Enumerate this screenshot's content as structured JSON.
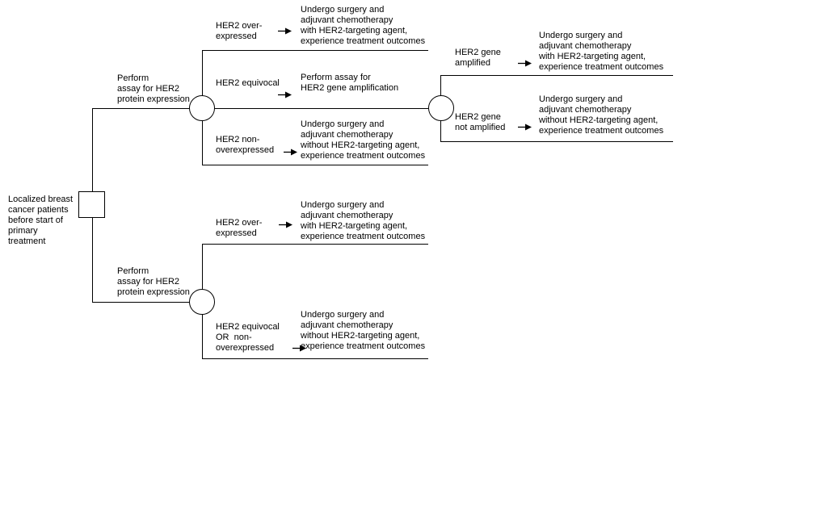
{
  "colors": {
    "background": "#ffffff",
    "line": "#000000",
    "text": "#000000"
  },
  "tree": {
    "root_label": "Localized breast\ncancer patients\nbefore start of\nprimary\ntreatment",
    "subtrees": [
      {
        "branch_label": "Perform\nassay for HER2\nprotein expression",
        "branches": [
          {
            "label": "HER2 over-\nexpressed",
            "outcome": "Undergo surgery and\nadjuvant chemotherapy\nwith HER2-targeting agent,\nexperience treatment outcomes"
          },
          {
            "label": "HER2 equivocal",
            "outcome": "Perform assay for\nHER2 gene amplification"
          },
          {
            "label": "HER2 non-\noverexpressed",
            "outcome": "Undergo surgery and\nadjuvant chemotherapy\nwithout HER2-targeting agent,\nexperience treatment outcomes"
          }
        ]
      },
      {
        "branches": [
          {
            "label": "HER2 gene\namplified",
            "outcome": "Undergo surgery and\nadjuvant chemotherapy\nwith HER2-targeting agent,\nexperience treatment outcomes"
          },
          {
            "label": "HER2 gene\nnot amplified",
            "outcome": "Undergo surgery and\nadjuvant chemotherapy\nwithout HER2-targeting agent,\nexperience treatment outcomes"
          }
        ]
      },
      {
        "branch_label": "Perform\nassay for HER2\nprotein expression",
        "branches": [
          {
            "label": "HER2 over-\nexpressed",
            "outcome": "Undergo surgery and\nadjuvant chemotherapy\nwith HER2-targeting agent,\nexperience treatment outcomes"
          },
          {
            "label": "HER2 equivocal\nOR  non-\noverexpressed",
            "outcome": "Undergo surgery and\nadjuvant chemotherapy\nwithout HER2-targeting agent,\nexperience treatment outcomes"
          }
        ]
      }
    ]
  }
}
